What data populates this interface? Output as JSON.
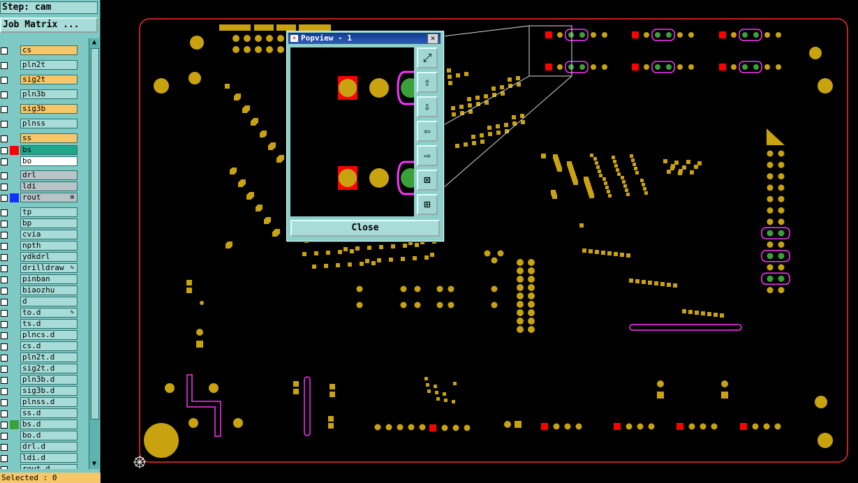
{
  "sidebar": {
    "step_label": "Step: cam",
    "job_matrix_label": "Job Matrix ...",
    "selected_text": "Selected : 0",
    "layers": [
      {
        "name": "cs",
        "bg": "#f5c76a",
        "swatch": ""
      },
      {
        "name": "pln2t",
        "bg": "#a8dcd8",
        "swatch": ""
      },
      {
        "name": "sig2t",
        "bg": "#f5c76a",
        "swatch": ""
      },
      {
        "name": "pln3b",
        "bg": "#a8dcd8",
        "swatch": ""
      },
      {
        "name": "sig3b",
        "bg": "#f5c76a",
        "swatch": ""
      },
      {
        "name": "plnss",
        "bg": "#a8dcd8",
        "swatch": ""
      },
      {
        "name": "ss",
        "bg": "#f5c76a",
        "swatch": ""
      },
      {
        "name": "bs",
        "bg": "#1ea88a",
        "swatch": "#ff0000"
      },
      {
        "name": "bo",
        "bg": "#ffffff",
        "swatch": ""
      },
      {
        "name": "drl",
        "bg": "#b9c4c8",
        "swatch": ""
      },
      {
        "name": "ldi",
        "bg": "#b9c4c8",
        "swatch": ""
      },
      {
        "name": "rout",
        "bg": "#b9c4c8",
        "swatch": "#1133ff",
        "mark": "⊞"
      },
      {
        "name": "tp",
        "bg": "#a8dcd8",
        "swatch": ""
      },
      {
        "name": "bp",
        "bg": "#a8dcd8",
        "swatch": ""
      },
      {
        "name": "cvia",
        "bg": "#a8dcd8",
        "swatch": ""
      },
      {
        "name": "npth",
        "bg": "#a8dcd8",
        "swatch": ""
      },
      {
        "name": "ydkdrl",
        "bg": "#a8dcd8",
        "swatch": ""
      },
      {
        "name": "drilldraw",
        "bg": "#a8dcd8",
        "swatch": "",
        "mark": "✎"
      },
      {
        "name": "pinban",
        "bg": "#a8dcd8",
        "swatch": ""
      },
      {
        "name": "biaozhu",
        "bg": "#a8dcd8",
        "swatch": ""
      },
      {
        "name": "d",
        "bg": "#a8dcd8",
        "swatch": ""
      },
      {
        "name": "to.d",
        "bg": "#a8dcd8",
        "swatch": "",
        "mark": "✎"
      },
      {
        "name": "ts.d",
        "bg": "#a8dcd8",
        "swatch": ""
      },
      {
        "name": "plncs.d",
        "bg": "#a8dcd8",
        "swatch": ""
      },
      {
        "name": "cs.d",
        "bg": "#a8dcd8",
        "swatch": ""
      },
      {
        "name": "pln2t.d",
        "bg": "#a8dcd8",
        "swatch": ""
      },
      {
        "name": "sig2t.d",
        "bg": "#a8dcd8",
        "swatch": ""
      },
      {
        "name": "pln3b.d",
        "bg": "#a8dcd8",
        "swatch": ""
      },
      {
        "name": "sig3b.d",
        "bg": "#a8dcd8",
        "swatch": ""
      },
      {
        "name": "plnss.d",
        "bg": "#a8dcd8",
        "swatch": ""
      },
      {
        "name": "ss.d",
        "bg": "#a8dcd8",
        "swatch": ""
      },
      {
        "name": "bs.d",
        "bg": "#a8dcd8",
        "swatch": "#3aa13a"
      },
      {
        "name": "bo.d",
        "bg": "#a8dcd8",
        "swatch": ""
      },
      {
        "name": "drl.d",
        "bg": "#a8dcd8",
        "swatch": ""
      },
      {
        "name": "ldi.d",
        "bg": "#a8dcd8",
        "swatch": ""
      },
      {
        "name": "rout.d",
        "bg": "#a8dcd8",
        "swatch": ""
      }
    ]
  },
  "popview": {
    "title": "Popview - 1",
    "close_label": "Close",
    "buttons": [
      "zoom-fit-icon",
      "pan-up-icon",
      "pan-down-icon",
      "pan-left-icon",
      "pan-right-icon",
      "zoom-out-icon",
      "zoom-in-icon"
    ]
  },
  "colors": {
    "pad": "#c9a20f",
    "outline": "#ff2a2a",
    "highlight": "#ff33ff",
    "green": "#3aa13a",
    "red": "#ff0000",
    "panel": "#7fc9c4"
  }
}
